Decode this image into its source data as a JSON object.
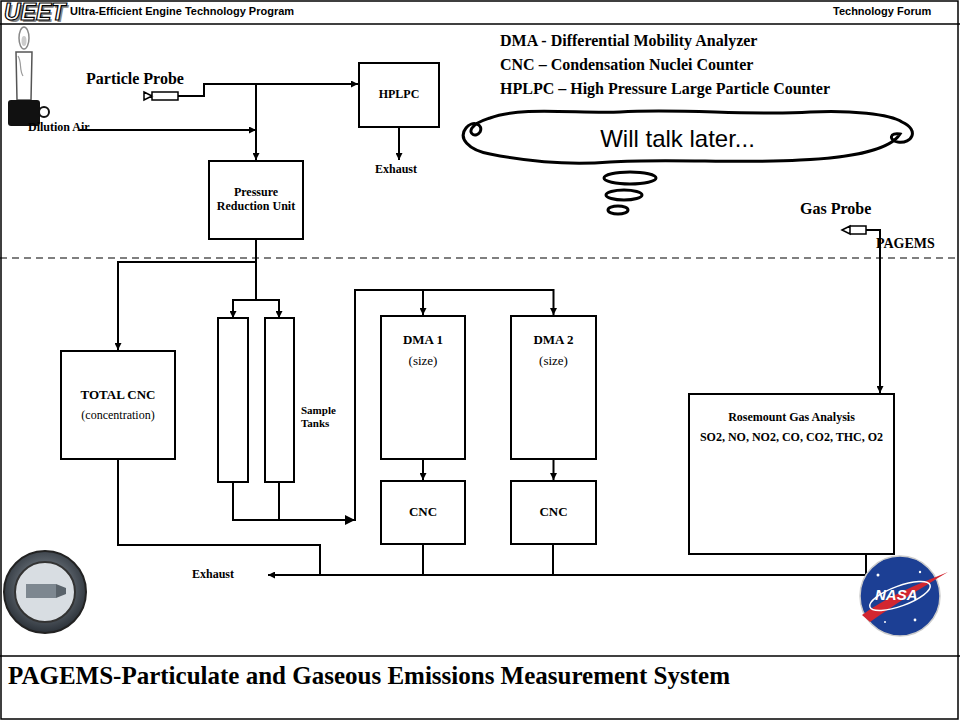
{
  "diagram": {
    "title": "PAGEMS-Particulate and Gaseous Emissions Measurement System",
    "nodes": [
      {
        "text": [
          "Particle Probe"
        ]
      },
      {
        "text": [
          "HPLPC"
        ]
      },
      {
        "text": [
          "Will talk later..."
        ]
      },
      {
        "text": [
          "Gas Probe"
        ]
      },
      {
        "text": [
          "Pressure Reduction Unit"
        ]
      },
      {
        "text": [
          "TOTAL CNC",
          "(concentration)"
        ]
      },
      {
        "text": [
          "Sample Tanks"
        ]
      },
      {
        "text": [
          "DMA 1",
          "(size)"
        ]
      },
      {
        "text": [
          "DMA 2",
          "(size)"
        ]
      },
      {
        "text": [
          "Rosemount Gas Analysis",
          "SO2, NO, NO2, CO, CO2, THC, O2"
        ]
      },
      {
        "text": [
          "CNC"
        ]
      },
      {
        "text": [
          "CNC"
        ]
      }
    ],
    "edges": [
      {
        "from": 0,
        "to": 1,
        "arrow": "to"
      },
      {
        "from": 0,
        "to": 4,
        "arrow": "to"
      },
      {
        "from": 4,
        "to": 5,
        "arrow": "to"
      },
      {
        "from": 4,
        "to": 6,
        "arrow": "to"
      },
      {
        "from": 6,
        "to": 7,
        "arrow": "to"
      },
      {
        "from": 6,
        "to": 8,
        "arrow": "to"
      },
      {
        "from": 7,
        "to": 10,
        "arrow": "to"
      },
      {
        "from": 8,
        "to": 11,
        "arrow": "to"
      },
      {
        "from": 3,
        "to": 9,
        "arrow": "to"
      }
    ],
    "labels": [
      "UEET",
      "Ultra-Efficient Engine Technology Program",
      "Technology Forum",
      "DMA - Differential Mobility Analyzer",
      "CNC – Condensation Nuclei Counter",
      "HPLPC – High Pressure Large Particle Counter",
      "Dilution Air",
      "Exhaust",
      "PAGEMS",
      "Exhaust",
      "NASA"
    ]
  }
}
